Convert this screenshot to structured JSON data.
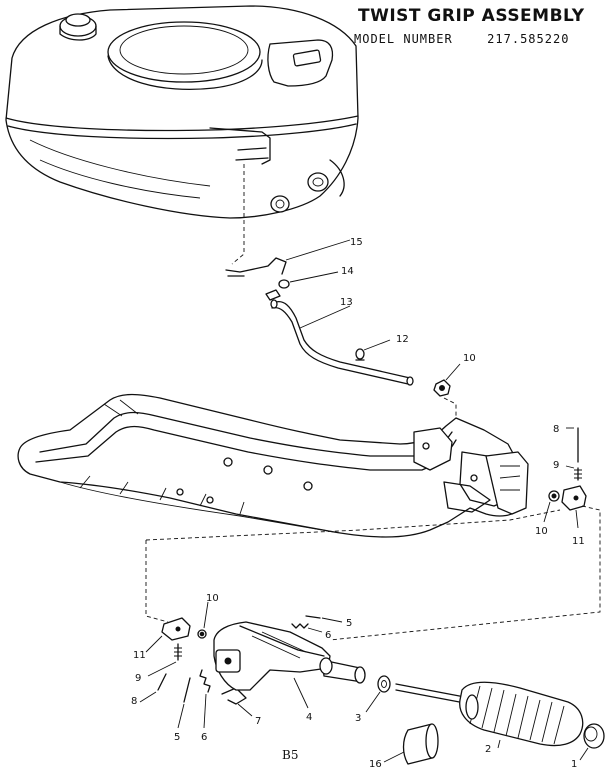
{
  "header": {
    "title": "TWIST GRIP ASSEMBLY",
    "model_label": "MODEL NUMBER",
    "model_number": "217.585220"
  },
  "callouts": {
    "c1": "1",
    "c2": "2",
    "c3": "3",
    "c4": "4",
    "c5a": "5",
    "c5b": "5",
    "c6a": "6",
    "c6b": "6",
    "c7": "7",
    "c8a": "8",
    "c8b": "8",
    "c9a": "9",
    "c9b": "9",
    "c10a": "10",
    "c10b": "10",
    "c10c": "10",
    "c11a": "11",
    "c11b": "11",
    "c12": "12",
    "c13": "13",
    "c14": "14",
    "c15": "15",
    "c16": "16"
  },
  "footer": {
    "page_code": "B5"
  }
}
